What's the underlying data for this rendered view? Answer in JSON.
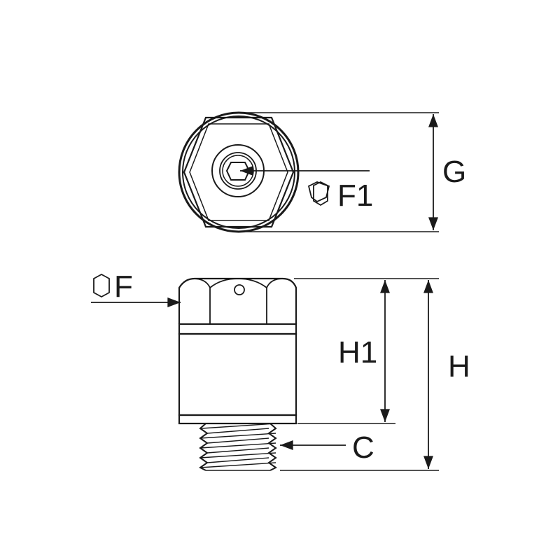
{
  "labels": {
    "G": "G",
    "F1": "F1",
    "F": "F",
    "H1": "H1",
    "H": "H",
    "C": "C"
  },
  "colors": {
    "line": "#1a1a1a",
    "background": "#ffffff"
  },
  "icons": {
    "hex_symbol": "hexagon-icon"
  }
}
